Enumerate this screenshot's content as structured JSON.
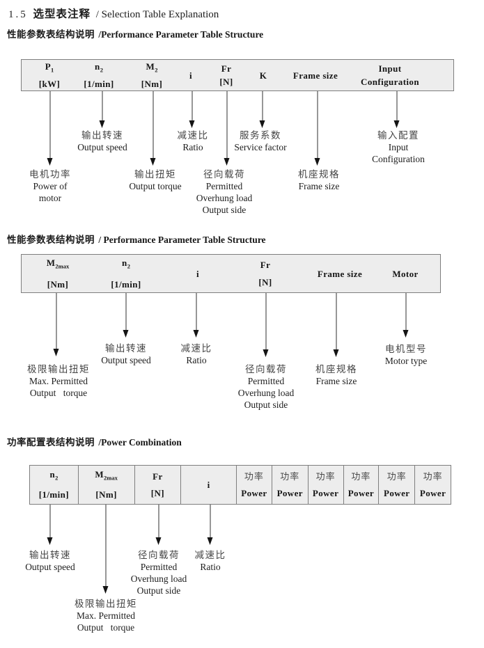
{
  "title": {
    "num": "1.5",
    "zh": "选型表注释",
    "en": "/ Selection Table Explanation"
  },
  "sections": [
    {
      "heading": {
        "zh": "性能参数表结构说明",
        "en": "/Performance Parameter Table Structure"
      },
      "columns": [
        {
          "l1": "P",
          "sub": "1",
          "l2": "[kW]"
        },
        {
          "l1": "n",
          "sub": "2",
          "l2": "[1/min]"
        },
        {
          "l1": "M",
          "sub": "2",
          "l2": "[Nm]"
        },
        {
          "l1": "i"
        },
        {
          "l1": "Fr",
          "l2": "[N]"
        },
        {
          "l1": "K"
        },
        {
          "l1": "Frame size"
        },
        {
          "l1": "Input",
          "l2": "Configuration"
        }
      ],
      "labels": [
        {
          "zh": "电机功率",
          "en": [
            "Power of",
            "motor"
          ]
        },
        {
          "zh": "输出转速",
          "en": [
            "Output speed"
          ]
        },
        {
          "zh": "输出扭矩",
          "en": [
            "Output torque"
          ]
        },
        {
          "zh": "减速比",
          "en": [
            "Ratio"
          ]
        },
        {
          "zh": "径向载荷",
          "en": [
            "Permitted",
            "Overhung load",
            "Output side"
          ]
        },
        {
          "zh": "服务系数",
          "en": [
            "Service factor"
          ]
        },
        {
          "zh": "机座规格",
          "en": [
            "Frame size"
          ]
        },
        {
          "zh": "输入配置",
          "en": [
            "Input",
            "Configuration"
          ]
        }
      ]
    },
    {
      "heading": {
        "zh": "性能参数表结构说明",
        "en": "/ Performance Parameter Table Structure"
      },
      "columns": [
        {
          "l1": "M",
          "sub": "2max",
          "l2": "[Nm]"
        },
        {
          "l1": "n",
          "sub": "2",
          "l2": "[1/min]"
        },
        {
          "l1": "i"
        },
        {
          "l1": "Fr",
          "l2": "[N]"
        },
        {
          "l1": "Frame size"
        },
        {
          "l1": "Motor"
        }
      ],
      "labels": [
        {
          "zh": "极限输出扭矩",
          "en": [
            "Max. Permitted",
            "Output torque"
          ]
        },
        {
          "zh": "输出转速",
          "en": [
            "Output speed"
          ]
        },
        {
          "zh": "减速比",
          "en": [
            "Ratio"
          ]
        },
        {
          "zh": "径向载荷",
          "en": [
            "Permitted",
            "Overhung load",
            "Output side"
          ]
        },
        {
          "zh": "机座规格",
          "en": [
            "Frame size"
          ]
        },
        {
          "zh": "电机型号",
          "en": [
            "Motor type"
          ]
        }
      ]
    },
    {
      "heading": {
        "zh": "功率配置表结构说明",
        "en": "/Power Combination"
      },
      "columns": [
        {
          "l1": "n",
          "sub": "2",
          "l2": "[1/min]"
        },
        {
          "l1": "M",
          "sub": "2max",
          "l2": "[Nm]"
        },
        {
          "l1": "Fr",
          "l2": "[N]"
        },
        {
          "l1": "i"
        },
        {
          "zh": "功率",
          "l2": "Power"
        },
        {
          "zh": "功率",
          "l2": "Power"
        },
        {
          "zh": "功率",
          "l2": "Power"
        },
        {
          "zh": "功率",
          "l2": "Power"
        },
        {
          "zh": "功率",
          "l2": "Power"
        },
        {
          "zh": "功率",
          "l2": "Power"
        }
      ],
      "labels": [
        {
          "zh": "输出转速",
          "en": [
            "Output speed"
          ]
        },
        {
          "zh": "极限输出扭矩",
          "en": [
            "Max. Permitted",
            "Output torque"
          ]
        },
        {
          "zh": "径向载荷",
          "en": [
            "Permitted",
            "Overhung load",
            "Output side"
          ]
        },
        {
          "zh": "减速比",
          "en": [
            "Ratio"
          ]
        }
      ]
    }
  ]
}
